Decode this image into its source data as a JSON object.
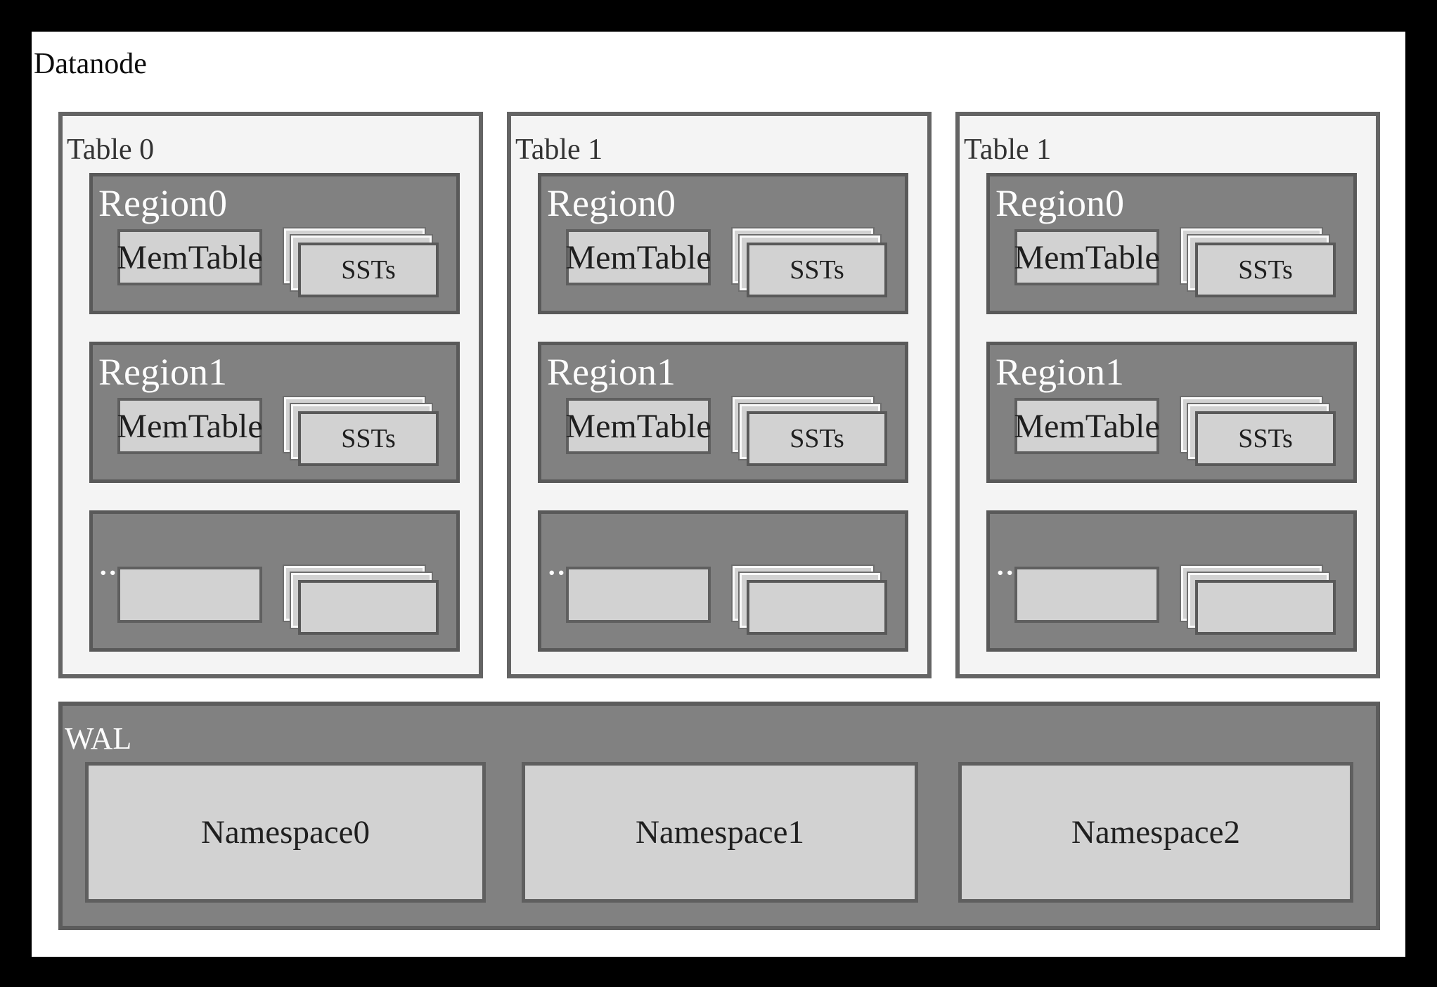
{
  "diagram": {
    "title": "Datanode",
    "tables": [
      {
        "label": "Table 0",
        "regions": [
          {
            "label": "Region0",
            "memtable": "MemTable",
            "ssts": "SSTs"
          },
          {
            "label": "Region1",
            "memtable": "MemTable",
            "ssts": "SSTs"
          },
          {
            "label": "...",
            "memtable": "",
            "ssts": ""
          }
        ]
      },
      {
        "label": "Table 1",
        "regions": [
          {
            "label": "Region0",
            "memtable": "MemTable",
            "ssts": "SSTs"
          },
          {
            "label": "Region1",
            "memtable": "MemTable",
            "ssts": "SSTs"
          },
          {
            "label": "...",
            "memtable": "",
            "ssts": ""
          }
        ]
      },
      {
        "label": "Table 1",
        "regions": [
          {
            "label": "Region0",
            "memtable": "MemTable",
            "ssts": "SSTs"
          },
          {
            "label": "Region1",
            "memtable": "MemTable",
            "ssts": "SSTs"
          },
          {
            "label": "...",
            "memtable": "",
            "ssts": ""
          }
        ]
      }
    ],
    "wal": {
      "label": "WAL",
      "namespaces": [
        "Namespace0",
        "Namespace1",
        "Namespace2"
      ]
    },
    "colors": {
      "frame": "#000000",
      "panel": "#ffffff",
      "table_fill": "#f4f4f4",
      "table_border": "#646464",
      "region_fill": "#818181",
      "region_border": "#595959",
      "box_fill": "#d2d2d2",
      "box_border": "#5f5f5f",
      "sheet_edge": "#fafafa",
      "text_dark": "#1f1f1f",
      "text_light": "#ffffff"
    }
  }
}
